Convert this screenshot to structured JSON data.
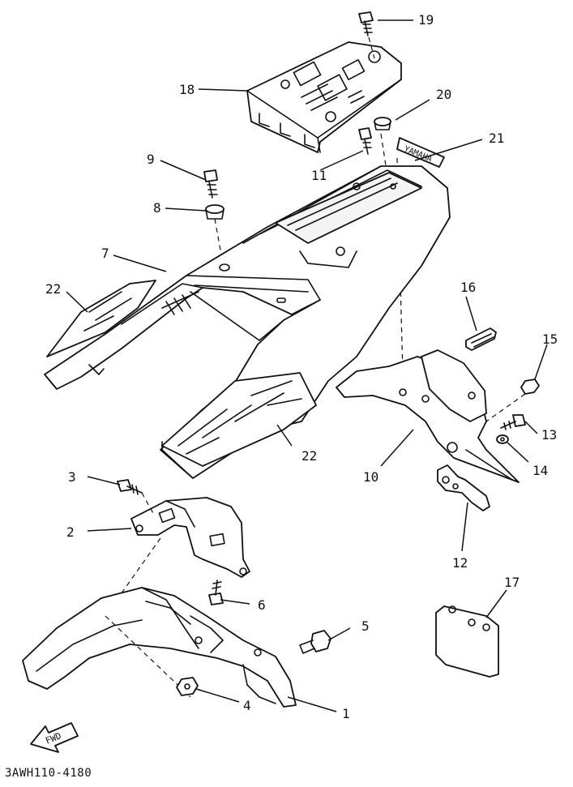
{
  "diagram_code": "3AWH110-4180",
  "fwd_label": "FWD",
  "decal_text": "YAMAHA",
  "callouts": [
    {
      "id": "1",
      "label": "1"
    },
    {
      "id": "2",
      "label": "2"
    },
    {
      "id": "3",
      "label": "3"
    },
    {
      "id": "4",
      "label": "4"
    },
    {
      "id": "5",
      "label": "5"
    },
    {
      "id": "6",
      "label": "6"
    },
    {
      "id": "7",
      "label": "7"
    },
    {
      "id": "8",
      "label": "8"
    },
    {
      "id": "9",
      "label": "9"
    },
    {
      "id": "10",
      "label": "10"
    },
    {
      "id": "11",
      "label": "11"
    },
    {
      "id": "12",
      "label": "12"
    },
    {
      "id": "13",
      "label": "13"
    },
    {
      "id": "14",
      "label": "14"
    },
    {
      "id": "15",
      "label": "15"
    },
    {
      "id": "16",
      "label": "16"
    },
    {
      "id": "17",
      "label": "17"
    },
    {
      "id": "18",
      "label": "18"
    },
    {
      "id": "19",
      "label": "19"
    },
    {
      "id": "20",
      "label": "20"
    },
    {
      "id": "21",
      "label": "21"
    },
    {
      "id": "22a",
      "label": "22"
    },
    {
      "id": "22b",
      "label": "22"
    }
  ]
}
